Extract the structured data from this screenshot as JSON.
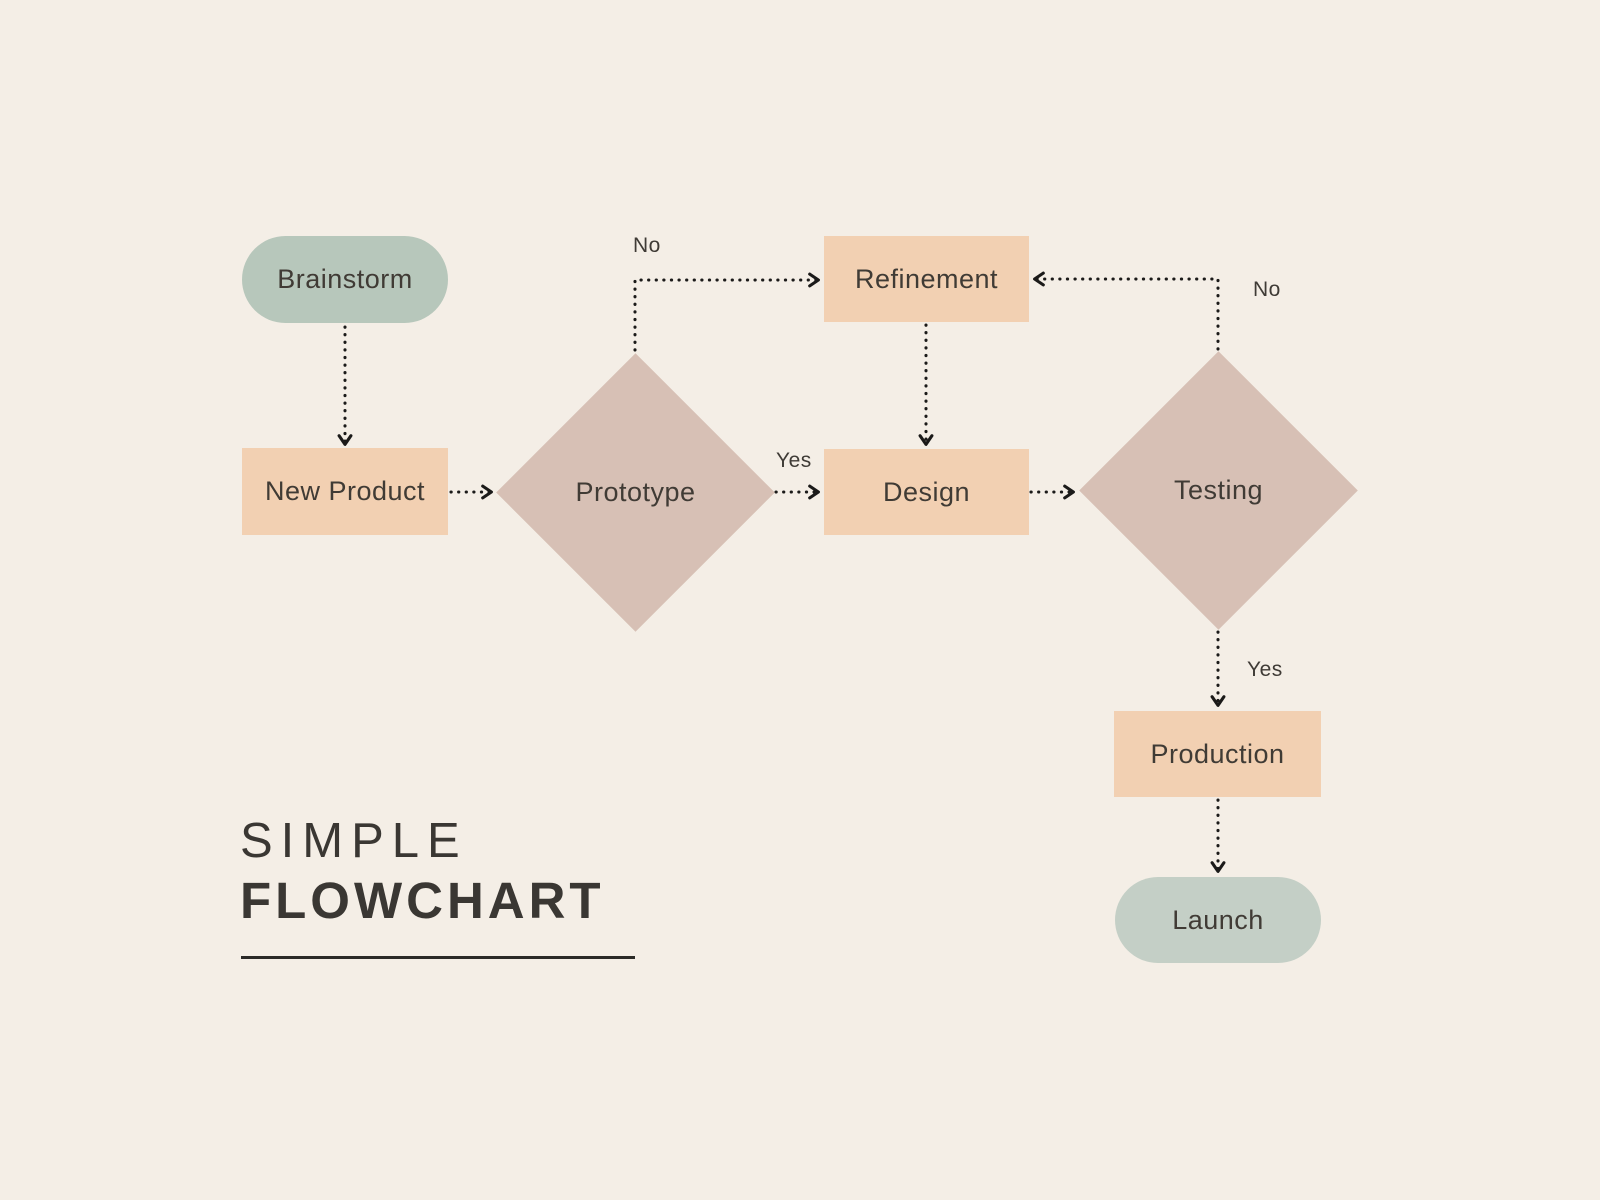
{
  "title": {
    "line1": "SIMPLE",
    "line2": "FLOWCHART"
  },
  "colors": {
    "background": "#f4eee6",
    "sage": "#b7c7bb",
    "sage-light": "#c4cfc6",
    "peach": "#f2d0b2",
    "rose": "#d7c0b5",
    "text": "#403b35",
    "line": "#1b1a19",
    "title": "#3a3733"
  },
  "diagram": {
    "nodes": [
      {
        "id": "brainstorm",
        "label": "Brainstorm",
        "shape": "rounded",
        "fill": "sage"
      },
      {
        "id": "new-product",
        "label": "New Product",
        "shape": "rectangle",
        "fill": "peach"
      },
      {
        "id": "prototype",
        "label": "Prototype",
        "shape": "diamond",
        "fill": "rose"
      },
      {
        "id": "refinement",
        "label": "Refinement",
        "shape": "rectangle",
        "fill": "peach"
      },
      {
        "id": "design",
        "label": "Design",
        "shape": "rectangle",
        "fill": "peach"
      },
      {
        "id": "testing",
        "label": "Testing",
        "shape": "diamond",
        "fill": "rose"
      },
      {
        "id": "production",
        "label": "Production",
        "shape": "rectangle",
        "fill": "peach"
      },
      {
        "id": "launch",
        "label": "Launch",
        "shape": "rounded",
        "fill": "sage-light"
      }
    ],
    "edges": [
      {
        "from": "brainstorm",
        "to": "new-product",
        "label": ""
      },
      {
        "from": "new-product",
        "to": "prototype",
        "label": ""
      },
      {
        "from": "prototype",
        "to": "refinement",
        "label": "No"
      },
      {
        "from": "prototype",
        "to": "design",
        "label": "Yes"
      },
      {
        "from": "refinement",
        "to": "design",
        "label": ""
      },
      {
        "from": "design",
        "to": "testing",
        "label": ""
      },
      {
        "from": "testing",
        "to": "refinement",
        "label": "No"
      },
      {
        "from": "testing",
        "to": "production",
        "label": "Yes"
      },
      {
        "from": "production",
        "to": "launch",
        "label": ""
      }
    ]
  }
}
